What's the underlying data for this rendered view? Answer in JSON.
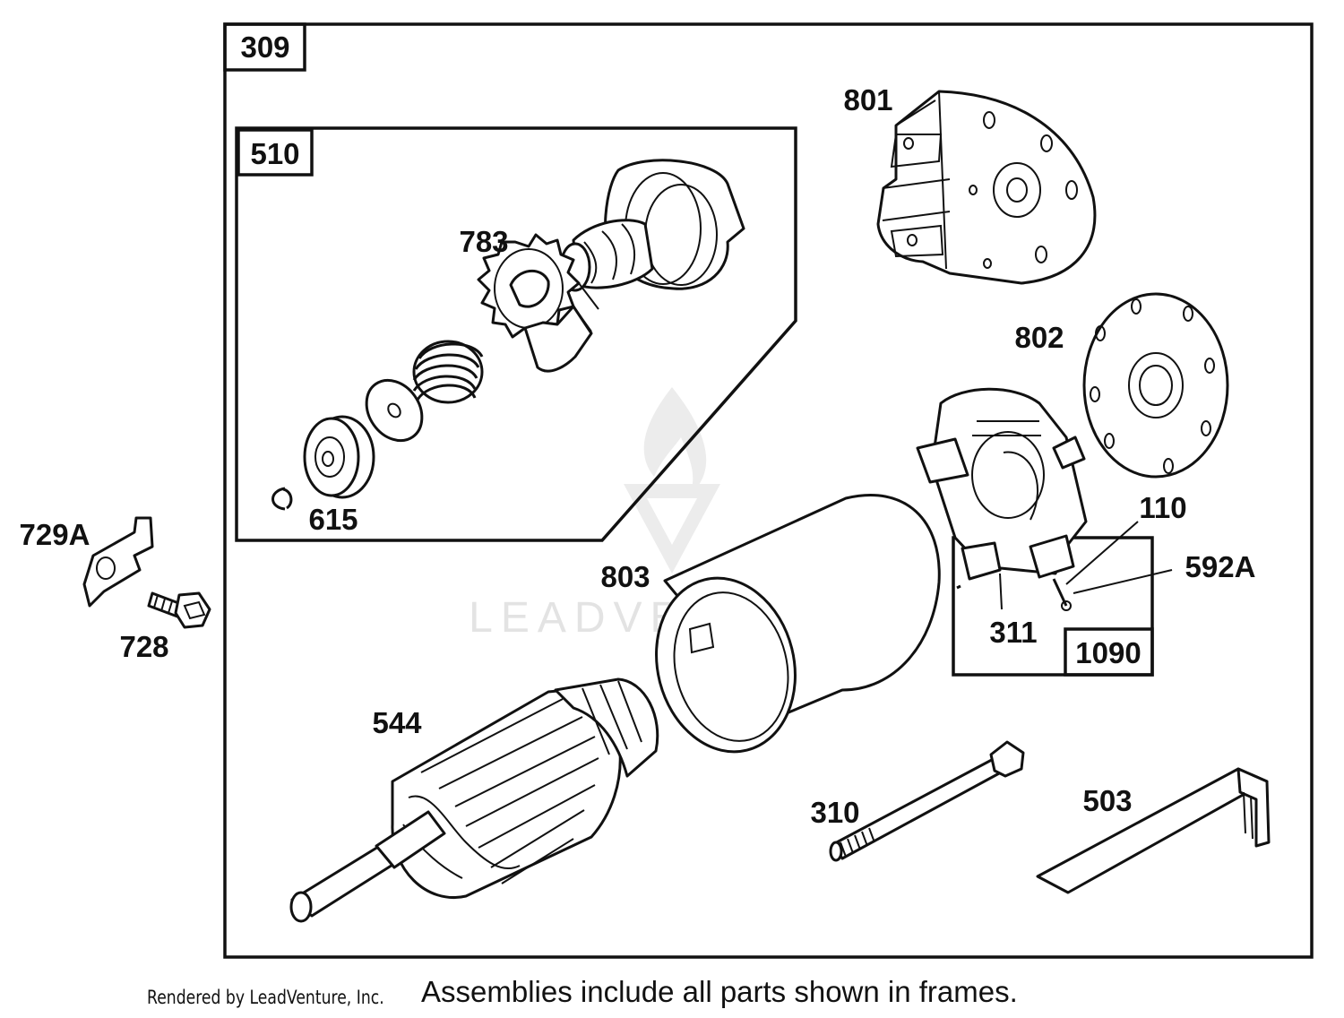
{
  "diagram": {
    "watermark": "LEADVENTURE",
    "assembly_boxes": {
      "b309": "309",
      "b510": "510",
      "b1090": "1090"
    },
    "callouts": {
      "c801": "801",
      "c783": "783",
      "c802": "802",
      "c615": "615",
      "c110": "110",
      "c592A": "592A",
      "c729A": "729A",
      "c803": "803",
      "c311": "311",
      "c728": "728",
      "c544": "544",
      "c310": "310",
      "c503": "503"
    }
  },
  "footer": {
    "rendered_by": "Rendered by LeadVenture, Inc.",
    "note": "Assemblies include all parts shown in frames."
  }
}
